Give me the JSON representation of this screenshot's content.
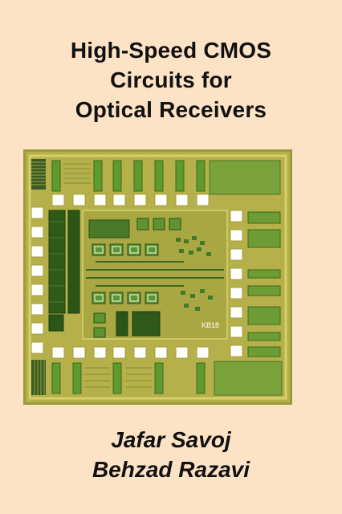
{
  "book": {
    "title_lines": [
      "High-Speed CMOS",
      "Circuits for",
      "Optical Receivers"
    ],
    "authors": [
      "Jafar Savoj",
      "Behzad Razavi"
    ],
    "chip_marking": "KB18"
  },
  "colors": {
    "background": "#fde3c6",
    "die_substrate": "#b8b04a",
    "metal": "#c9c35a",
    "pad": "#ffffff",
    "dark_block": "#2e4a1c"
  }
}
